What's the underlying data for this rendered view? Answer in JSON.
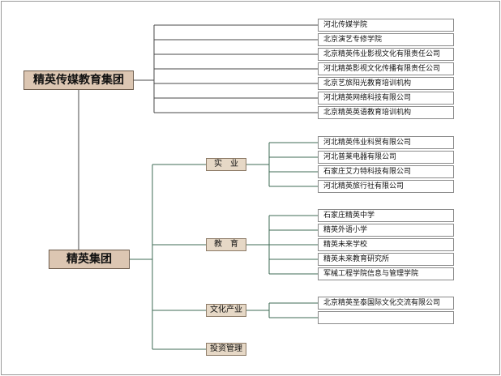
{
  "group_media": {
    "title": "精英传媒教育集团",
    "items": [
      "河北传媒学院",
      "北京演艺专修学院",
      "北京精英伟业影视文化有限责任公司",
      "河北精英影视文化传播有限责任公司",
      "北京艺旅阳光教育培训机构",
      "河北精英网络科技有限公司",
      "北京精英英语教育培训机构"
    ]
  },
  "group_main": {
    "title": "精英集团",
    "categories": [
      {
        "label": "实　业",
        "items": [
          "河北精英伟业科贸有限公司",
          "河北普莱电器有限公司",
          "石家庄艾力特科技有限公司",
          "河北精英旅行社有限公司"
        ]
      },
      {
        "label": "教　育",
        "items": [
          "石家庄精英中学",
          "精英外语小学",
          "精英未来学校",
          "精英未来教育研究所",
          "军械工程学院信息与管理学院"
        ]
      },
      {
        "label": "文化产业",
        "items": [
          "北京精英圣泰国际文化交流有限公司",
          ""
        ]
      },
      {
        "label": "投资管理",
        "items": []
      }
    ]
  },
  "colors": {
    "main_box": "#dcc6b2",
    "category_box": "#e6d8c6",
    "connector_media": "#4a4a4a",
    "connector_main": "#3f6b56"
  }
}
